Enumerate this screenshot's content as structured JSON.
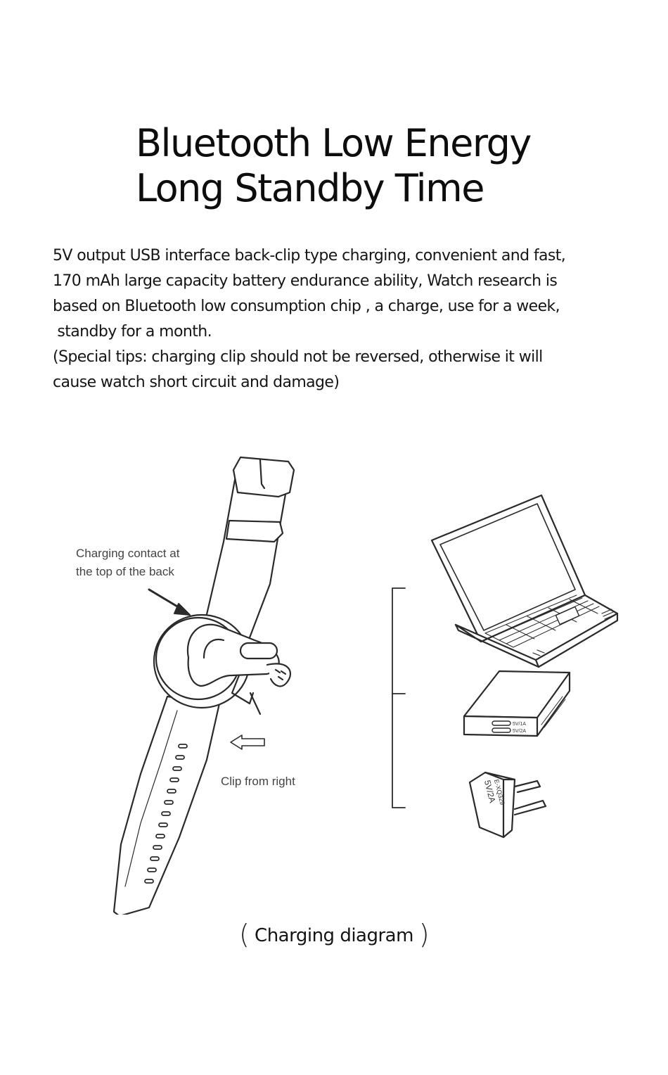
{
  "title": {
    "line1": "Bluetooth Low Energy",
    "line2": "Long Standby Time"
  },
  "description": {
    "lines": [
      "5V output USB interface back-clip type charging, convenient and fast,",
      "170 mAh large capacity battery endurance ability, Watch research is",
      "based on Bluetooth low consumption chip , a charge, use for a week,",
      " standby for a month.",
      "(Special tips: charging clip should not be reversed, otherwise it will",
      "cause watch short circuit and damage)"
    ]
  },
  "diagram": {
    "contact_label_line1": "Charging contact at",
    "contact_label_line2": "the top of the back",
    "clip_label": "Clip from right",
    "powerbank_port1": "5V/1A",
    "powerbank_port2": "5V/2A",
    "adapter_text1": "E-XQ329",
    "adapter_text2": "5V/2A",
    "icons": [
      "smartwatch-icon",
      "arrow-icon",
      "laptop-icon",
      "power-bank-icon",
      "wall-adapter-icon"
    ]
  },
  "caption": {
    "open": "(",
    "text": "Charging diagram",
    "close": ")"
  }
}
